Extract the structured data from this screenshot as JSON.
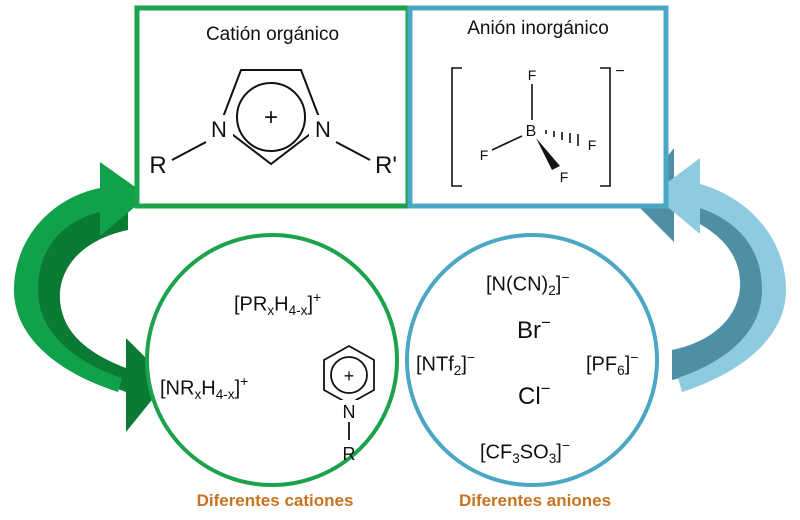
{
  "colors": {
    "cation": "#1aa34a",
    "anion": "#4aa8c4",
    "arrow_green": "#11a14a",
    "arrow_green_dark": "#0b7a35",
    "arrow_blue": "#8ecbe0",
    "arrow_blue_dark": "#4f8fa6",
    "caption": "#c8731f"
  },
  "cation_box": {
    "title": "Catión orgánico",
    "atoms": {
      "n1": "N",
      "n2": "N",
      "r1": "R",
      "r2": "R'",
      "charge": "+"
    }
  },
  "anion_box": {
    "title": "Anión inorgánico",
    "atoms": {
      "b": "B",
      "f_top": "F",
      "f_left": "F",
      "f_right": "F",
      "f_bottom": "F",
      "charge": "−"
    }
  },
  "cations": {
    "caption": "Diferentes cationes",
    "phosphonium": {
      "open": "[PR",
      "x": "x",
      "h": "H",
      "sub": "4-x",
      "close": "]",
      "charge": "+"
    },
    "ammonium": {
      "open": "[NR",
      "x": "x",
      "h": "H",
      "sub": "4-x",
      "close": "]",
      "charge": "+"
    },
    "pyridinium": {
      "n": "N",
      "r": "R",
      "charge": "+"
    }
  },
  "anions": {
    "caption": "Diferentes aniones",
    "dicyanamide": {
      "open": "[N(CN)",
      "sub": "2",
      "close": "]",
      "charge": "−"
    },
    "bromide": {
      "symbol": "Br",
      "charge": "−"
    },
    "ntf2": {
      "open": "[NTf",
      "sub": "2",
      "close": "]",
      "charge": "−"
    },
    "pf6": {
      "open": "[PF",
      "sub": "6",
      "close": "]",
      "charge": "−"
    },
    "chloride": {
      "symbol": "Cl",
      "charge": "−"
    },
    "triflate": {
      "open": "[CF",
      "sub1": "3",
      "mid": "SO",
      "sub2": "3",
      "close": "]",
      "charge": "−"
    }
  }
}
